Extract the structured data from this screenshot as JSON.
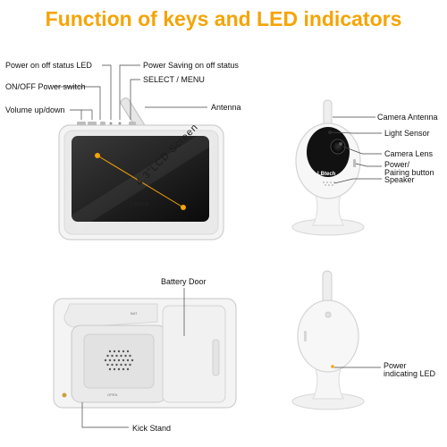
{
  "title": "Function of keys and LED indicators",
  "screen_label": "4.3\"LCD Screen",
  "brand": "LBtech",
  "battery_marking": "BAT",
  "stand_marking": "OPEN",
  "labels": {
    "power_on_off_status_led": "Power on off status LED",
    "power_saving": "Power Saving on off status",
    "on_off_power_switch": "ON/OFF Power switch",
    "select_menu": "SELECT / MENU",
    "volume": "Volume up/down",
    "antenna": "Antenna",
    "camera_antenna": "Camera Antenna",
    "light_sensor": "Light Sensor",
    "camera_lens": "Camera Lens",
    "power_pairing_1": "Power/",
    "power_pairing_2": "Pairing button",
    "speaker": "Speaker",
    "battery_door": "Battery Door",
    "kick_stand": "Kick Stand",
    "power_indicating_1": "Power",
    "power_indicating_2": "indicating LED"
  },
  "colors": {
    "accent": "#f5a406",
    "line": "#444444"
  }
}
